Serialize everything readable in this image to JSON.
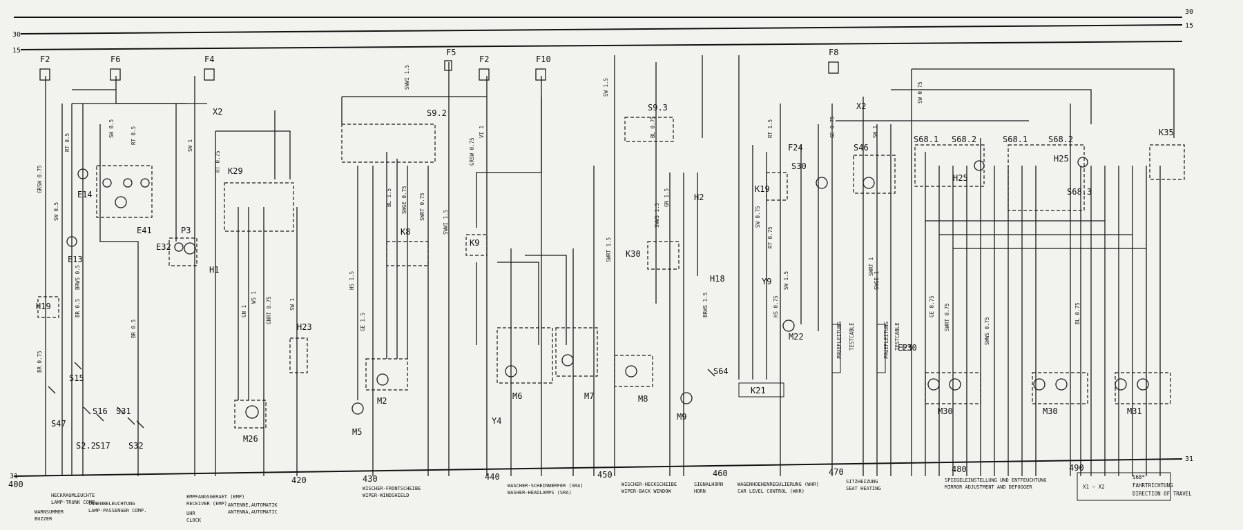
{
  "rails": {
    "r30": "30",
    "r15": "15",
    "r31": "31"
  },
  "ruler": {
    "n400": "400",
    "n420": "420",
    "n430": "430",
    "n440": "440",
    "n450": "450",
    "n460": "460",
    "n470": "470",
    "n480": "480",
    "n490": "490"
  },
  "fuses": [
    "F2",
    "F6",
    "F4",
    "F5",
    "F2",
    "F10",
    "F8"
  ],
  "components": [
    "E14",
    "E41",
    "E13",
    "P3",
    "E32",
    "H19",
    "S15",
    "S47",
    "S16",
    "S31",
    "S2.2",
    "S17",
    "S32",
    "X2",
    "K29",
    "H1",
    "H23",
    "M26",
    "S9.2",
    "K8",
    "M5",
    "M2",
    "K9",
    "Y4",
    "M6",
    "M7",
    "S9.3",
    "K30",
    "M8",
    "M9",
    "H2",
    "H18",
    "S64",
    "F24",
    "K19",
    "Y9",
    "M22",
    "K21",
    "S30",
    "S46",
    "E25",
    "E30",
    "X2",
    "S68.1",
    "S68.2",
    "H25",
    "S68.1",
    "S68.2",
    "S68.3",
    "H25",
    "K35",
    "M30",
    "M30",
    "M31"
  ],
  "wire_labels": [
    "GRSW 0.75",
    "SW 0.5",
    "RT 0.5",
    "BRWS 0.5",
    "BR 0.5",
    "BR 0.75",
    "SW 0.5",
    "RT 0.5",
    "BR 0.5",
    "SW 1",
    "RT 0.75",
    "GN 1",
    "WS 1",
    "GNRT 0.75",
    "SW 1",
    "SWWI 1.5",
    "HS 1.5",
    "GE 1.5",
    "BL 1.5",
    "SWGE 0.75",
    "SWRT 0.75",
    "SWWI 1.5",
    "GRSW 0.75",
    "VI 1",
    "SWRT 1.5",
    "SW 1.5",
    "BL 0.75",
    "SWWS 1.5",
    "GN 1.5",
    "BRWS 1.5",
    "SW 0.75",
    "RT 0.75",
    "RT 1.5",
    "SW 1.5",
    "HS 0.75",
    "GE 0.75",
    "SW 1",
    "SWRT 1",
    "SWGE 1",
    "SW 0.75",
    "GE 0.75",
    "SWRT 0.75",
    "SWWS 0.75",
    "BL 0.75"
  ],
  "captions": [
    {
      "de": "HECKRAUMLEUCHTE",
      "en": "LAMP-TRUNK COMP."
    },
    {
      "de": "WARNSUMMER",
      "en": "BUZZER"
    },
    {
      "de": "INNENBELEUCHTUNG",
      "en": "LAMP-PASSENGER COMP."
    },
    {
      "de": "EMPFANGSGERAET (EMP)",
      "en": "RECEIVER (EMP)"
    },
    {
      "de": "UHR",
      "en": "CLOCK"
    },
    {
      "de": "ANTENNE,AUTOMATIK",
      "en": "ANTENNA,AUTOMATIC"
    },
    {
      "de": "WISCHER-FRONTSCHEIBE",
      "en": "WIPER-WINDSHIELD"
    },
    {
      "de": "WASCHER-SCHEINWERFER (SRA)",
      "en": "WASHER-HEADLAMPS (SRA)"
    },
    {
      "de": "WISCHER-HECKSCHEIBE",
      "en": "WIPER-BACK WINDOW"
    },
    {
      "de": "SIGNALHORN",
      "en": "HORN"
    },
    {
      "de": "WAGENHOEHENREGULIERUNG (WHR)",
      "en": "CAR LEVEL CONTROL (WHR)"
    },
    {
      "de": "SITZHEIZUNG",
      "en": "SEAT HEATING"
    },
    {
      "de": "SPIEGELEINSTELLUNG UND ENTFEUCHTUNG",
      "en": "MIRROR ADJUSTMENT AND DEFOGGER"
    }
  ],
  "side_labels": [
    "PRUEFLEITUNG",
    "TESTCABLE",
    "PRUEFLEITUNG",
    "TESTCABLE"
  ],
  "legend": {
    "title": "S68*",
    "axis": "X1 — X2",
    "line1": "FAHRTRICHTUNG",
    "line2": "DIRECTION OF TRAVEL"
  }
}
